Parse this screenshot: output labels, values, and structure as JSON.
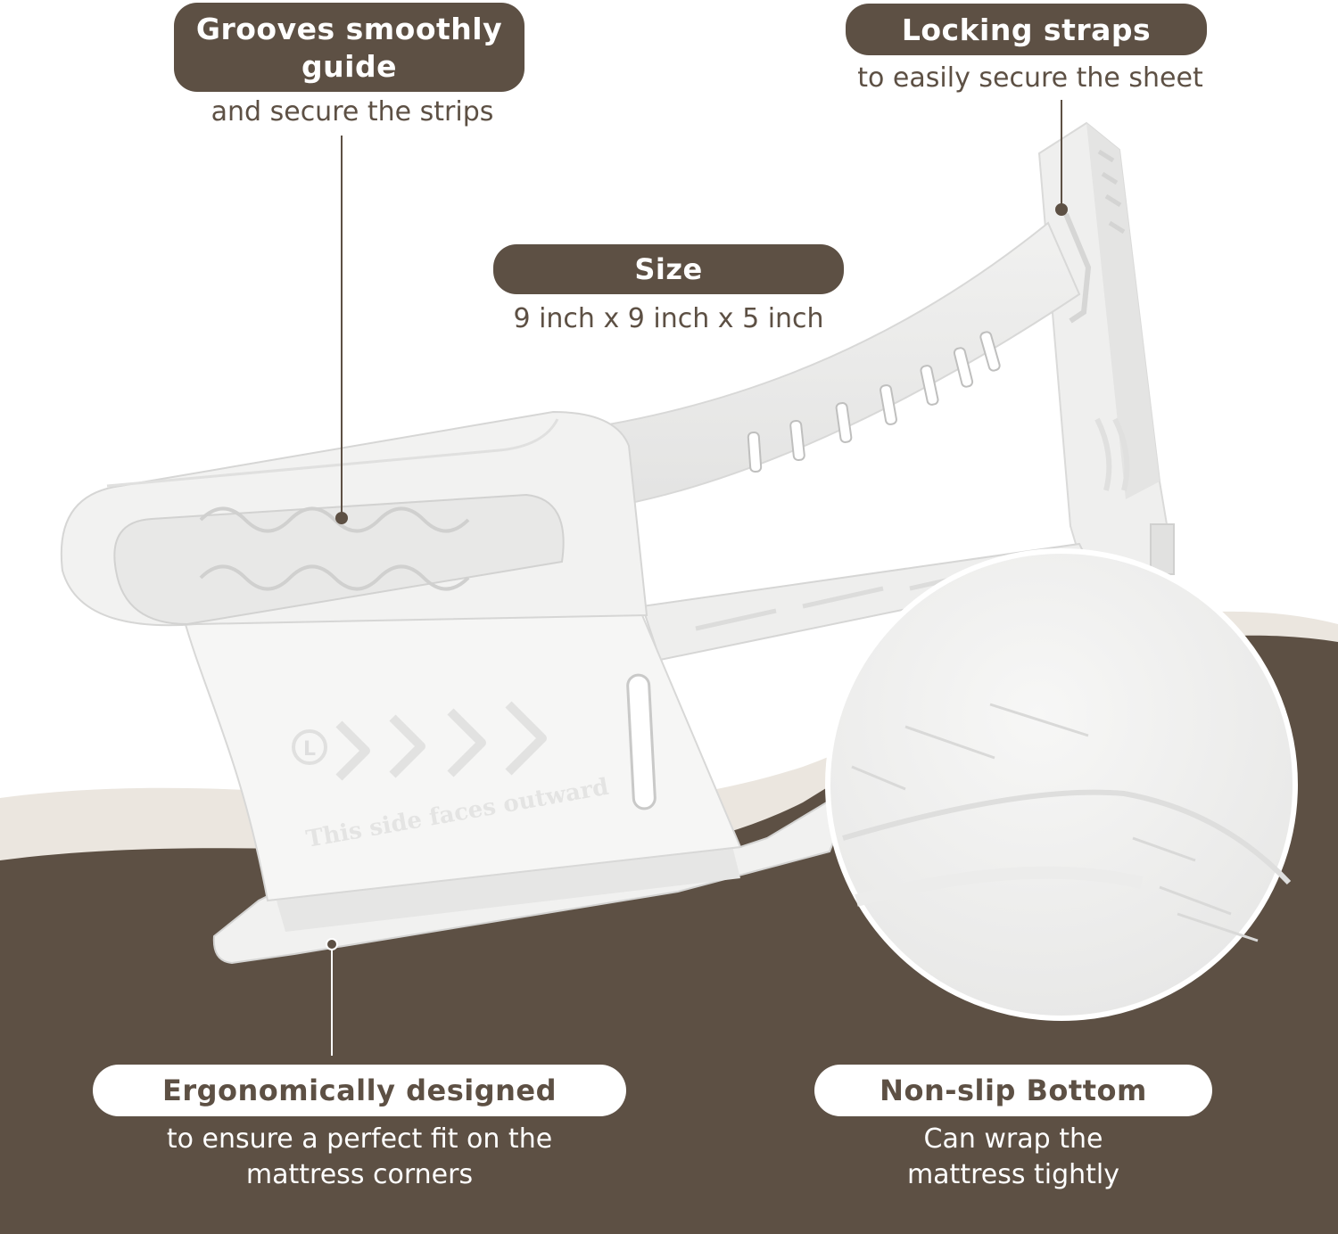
{
  "callouts": {
    "grooves": {
      "title": "Grooves smoothly guide",
      "caption": "and secure the strips"
    },
    "locking": {
      "title": "Locking straps",
      "caption": "to easily secure the sheet"
    },
    "size": {
      "title": "Size",
      "caption": "9 inch x 9 inch x 5 inch"
    },
    "ergonomic": {
      "title": "Ergonomically designed",
      "caption_line1": "to ensure a perfect fit on the",
      "caption_line2": "mattress corners"
    },
    "nonslip": {
      "title": "Non-slip Bottom",
      "caption_line1": "Can wrap the",
      "caption_line2": "mattress tightly"
    }
  },
  "product": {
    "side_marker": "L",
    "embossed_text": "This side faces outward"
  },
  "colors": {
    "brown": "#5d5044",
    "beige": "#ebe6df",
    "plastic": "#f4f4f3",
    "plastic_shadow": "#dcdcdb",
    "white": "#ffffff"
  }
}
